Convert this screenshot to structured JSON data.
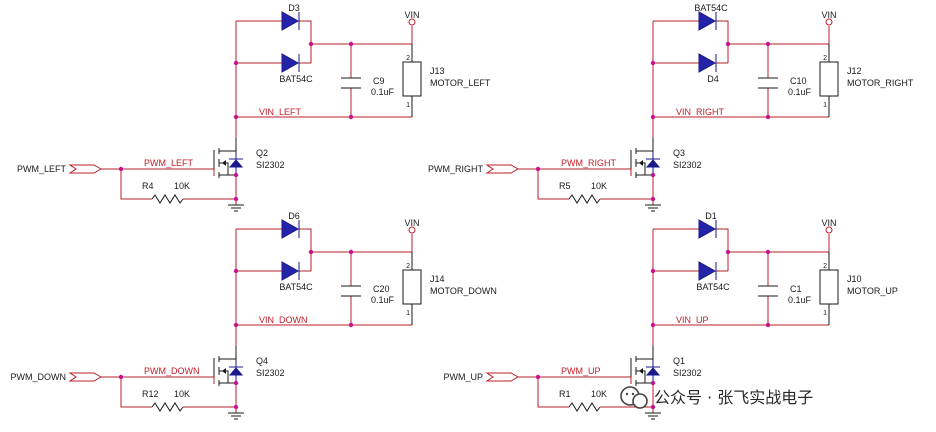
{
  "circuits": [
    {
      "id": "left",
      "vin": "VIN",
      "diode_top": "D3",
      "diode_part": "BAT54C",
      "cap_ref": "C9",
      "cap_val": "0.1uF",
      "conn_ref": "J13",
      "conn_name": "MOTOR_LEFT",
      "pin2": "2",
      "pin1": "1",
      "net_vin": "VIN_LEFT",
      "fet_ref": "Q2",
      "fet_part": "SI2302",
      "net_pwm": "PWM_LEFT",
      "port": "PWM_LEFT",
      "res_ref": "R4",
      "res_val": "10K"
    },
    {
      "id": "right",
      "vin": "VIN",
      "diode_top": "BAT54C",
      "diode_part": "D4",
      "cap_ref": "C10",
      "cap_val": "0.1uF",
      "conn_ref": "J12",
      "conn_name": "MOTOR_RIGHT",
      "pin2": "2",
      "pin1": "1",
      "net_vin": "VIN_RIGHT",
      "fet_ref": "Q3",
      "fet_part": "SI2302",
      "net_pwm": "PWM_RIGHT",
      "port": "PWM_RIGHT",
      "res_ref": "R5",
      "res_val": "10K"
    },
    {
      "id": "down",
      "vin": "VIN",
      "diode_top": "D6",
      "diode_part": "BAT54C",
      "cap_ref": "C20",
      "cap_val": "0.1uF",
      "conn_ref": "J14",
      "conn_name": "MOTOR_DOWN",
      "pin2": "2",
      "pin1": "1",
      "net_vin": "VIN_DOWN",
      "fet_ref": "Q4",
      "fet_part": "SI2302",
      "net_pwm": "PWM_DOWN",
      "port": "PWM_DOWN",
      "res_ref": "R12",
      "res_val": "10K"
    },
    {
      "id": "up",
      "vin": "VIN",
      "diode_top": "D1",
      "diode_part": "BAT54C",
      "cap_ref": "C1",
      "cap_val": "0.1uF",
      "conn_ref": "J10",
      "conn_name": "MOTOR_UP",
      "pin2": "2",
      "pin1": "1",
      "net_vin": "VIN_UP",
      "fet_ref": "Q1",
      "fet_part": "SI2302",
      "net_pwm": "PWM_UP",
      "port": "PWM_UP",
      "res_ref": "R1",
      "res_val": "10K"
    }
  ],
  "watermark": {
    "text": "公众号 · 张飞实战电子",
    "icon": "wechat-icon"
  }
}
